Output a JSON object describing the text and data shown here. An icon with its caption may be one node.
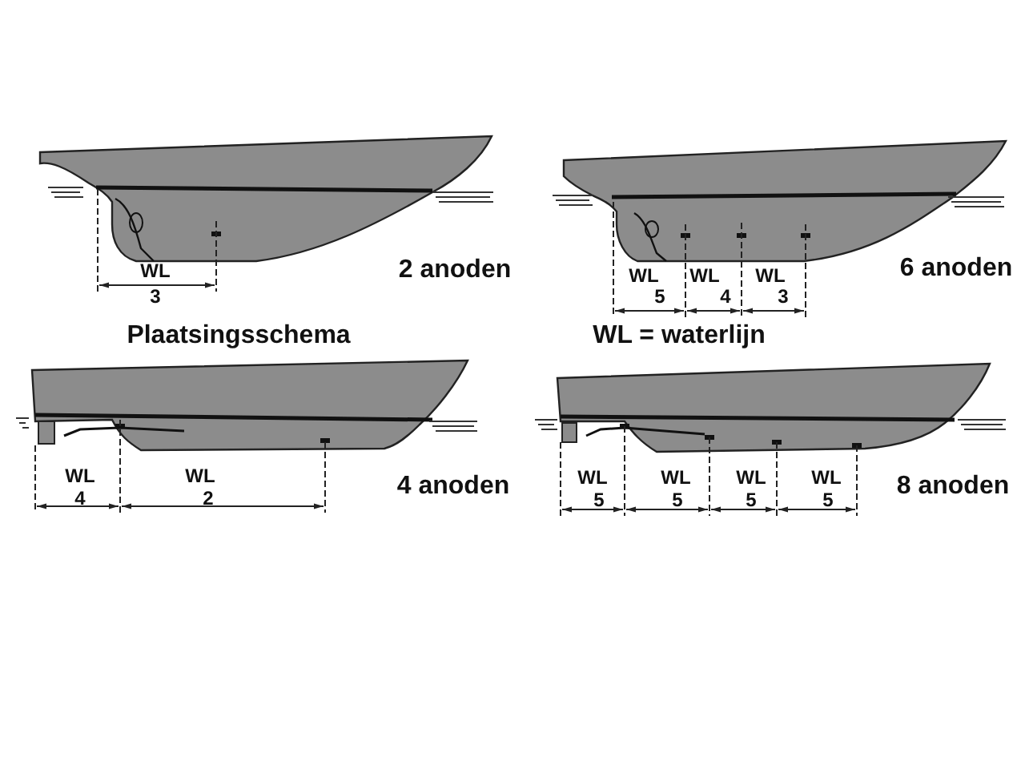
{
  "diagram": {
    "labels": [
      "WL",
      "3",
      "2 anoden",
      "Plaatsingsschema",
      "WL",
      "5",
      "WL",
      "4",
      "WL",
      "3",
      "6 anoden",
      "WL = waterlijn",
      "WL",
      "4",
      "WL",
      "2",
      "4 anoden",
      "WL",
      "5",
      "WL",
      "5",
      "WL",
      "5",
      "WL",
      "5",
      "8 anoden"
    ]
  }
}
